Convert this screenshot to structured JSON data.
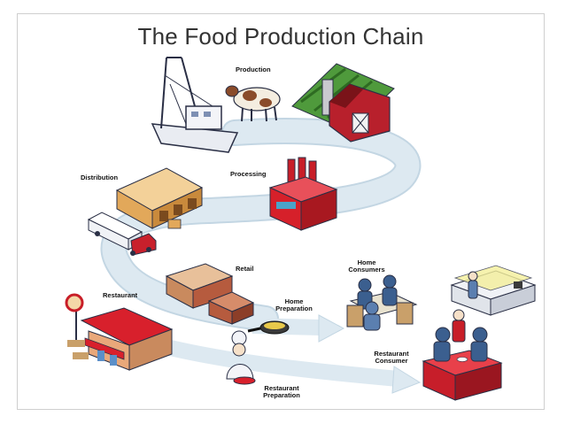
{
  "title": "The Food Production Chain",
  "labels": {
    "production": "Production",
    "distribution": "Distribution",
    "processing": "Processing",
    "retail": "Retail",
    "home_consumers_1": "Home",
    "home_consumers_2": "Consumers",
    "restaurant": "Restaurant",
    "home_preparation_1": "Home",
    "home_preparation_2": "Preparation",
    "restaurant_consumer_1": "Restaurant",
    "restaurant_consumer_2": "Consumer",
    "restaurant_preparation_1": "Restaurant",
    "restaurant_preparation_2": "Preparation"
  },
  "colors": {
    "arrow": "#d6e4ee",
    "arrow_edge": "#c3d6e3",
    "barn": "#b8202c",
    "building": "#e7b56a",
    "factory": "#d6202a",
    "retail": "#b65b3e",
    "restaurant_roof": "#d8202c",
    "table": "#c71e2a"
  },
  "icons": [
    "boat-icon",
    "cow-icon",
    "farm-barn-icon",
    "warehouse-icon",
    "truck-icon",
    "factory-icon",
    "retail-store-icon",
    "home-consumers-icon",
    "home-preparation-pan-icon",
    "restaurant-building-icon",
    "chef-icon",
    "restaurant-consumer-icon",
    "buffet-counter-icon"
  ]
}
